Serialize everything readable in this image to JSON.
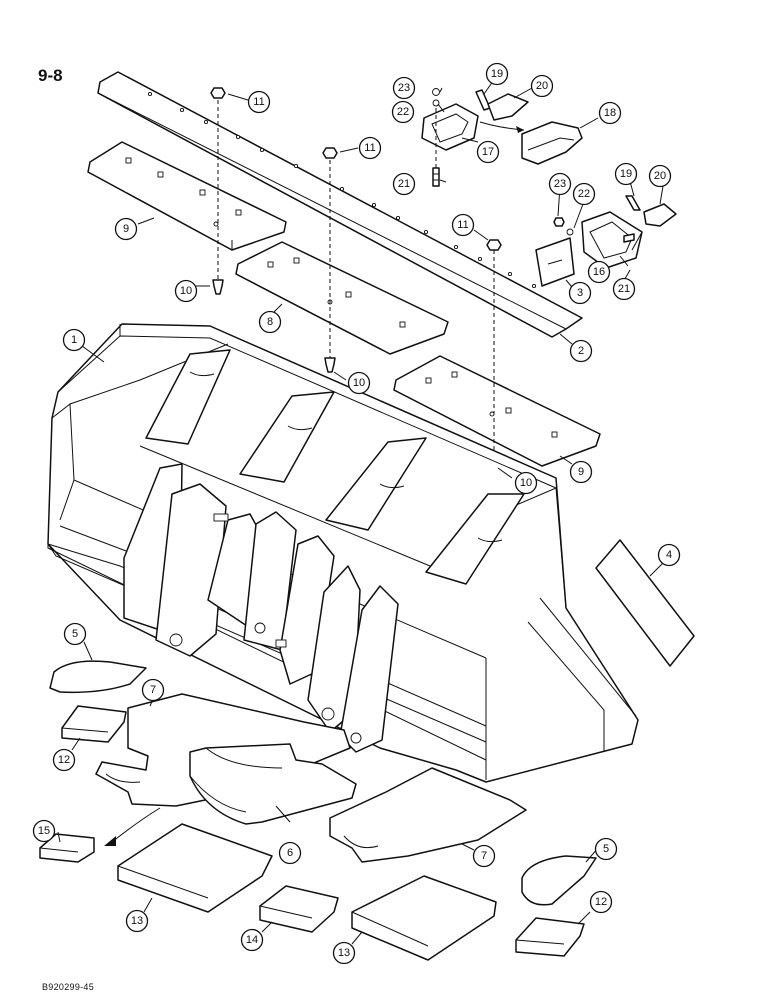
{
  "page": {
    "number": "9-8",
    "code": "B920299-45"
  },
  "callouts": [
    {
      "label": "1"
    },
    {
      "label": "2"
    },
    {
      "label": "3"
    },
    {
      "label": "4"
    },
    {
      "label": "5"
    },
    {
      "label": "5"
    },
    {
      "label": "6"
    },
    {
      "label": "7"
    },
    {
      "label": "7"
    },
    {
      "label": "8"
    },
    {
      "label": "9"
    },
    {
      "label": "9"
    },
    {
      "label": "10"
    },
    {
      "label": "10"
    },
    {
      "label": "10"
    },
    {
      "label": "11"
    },
    {
      "label": "11"
    },
    {
      "label": "11"
    },
    {
      "label": "12"
    },
    {
      "label": "12"
    },
    {
      "label": "13"
    },
    {
      "label": "13"
    },
    {
      "label": "14"
    },
    {
      "label": "15"
    },
    {
      "label": "16"
    },
    {
      "label": "17"
    },
    {
      "label": "18"
    },
    {
      "label": "19"
    },
    {
      "label": "19"
    },
    {
      "label": "20"
    },
    {
      "label": "20"
    },
    {
      "label": "21"
    },
    {
      "label": "21"
    },
    {
      "label": "22"
    },
    {
      "label": "22"
    },
    {
      "label": "23"
    },
    {
      "label": "23"
    }
  ]
}
